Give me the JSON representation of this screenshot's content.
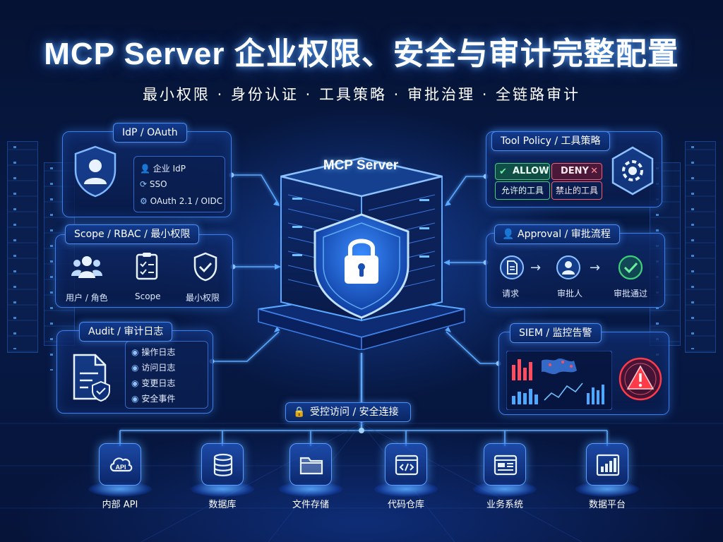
{
  "header": {
    "title": "MCP Server 企业权限、安全与审计完整配置",
    "subtitle": "最小权限 · 身份认证 · 工具策略 · 审批治理 · 全链路审计"
  },
  "server": {
    "label": "MCP Server"
  },
  "idp": {
    "title": "IdP / OAuth",
    "items": [
      "企业 IdP",
      "SSO",
      "OAuth 2.1 / OIDC"
    ]
  },
  "scope": {
    "title": "Scope / RBAC / 最小权限",
    "items": [
      "用户 / 角色",
      "Scope",
      "最小权限"
    ]
  },
  "audit": {
    "title": "Audit / 审计日志",
    "items": [
      "操作日志",
      "访问日志",
      "变更日志",
      "安全事件"
    ]
  },
  "tool_policy": {
    "title": "Tool Policy / 工具策略",
    "allow": "ALLOW",
    "deny": "DENY",
    "allow_desc": "允许的工具",
    "deny_desc": "禁止的工具"
  },
  "approval": {
    "title": "Approval / 审批流程",
    "steps": [
      "请求",
      "审批人",
      "审批通过"
    ]
  },
  "siem": {
    "title": "SIEM / 监控告警"
  },
  "connection": {
    "label": "受控访问 / 安全连接"
  },
  "resources": [
    {
      "icon": "api-cloud-icon",
      "label": "内部 API",
      "badge": "API"
    },
    {
      "icon": "database-icon",
      "label": "数据库"
    },
    {
      "icon": "folder-icon",
      "label": "文件存储"
    },
    {
      "icon": "code-window-icon",
      "label": "代码仓库"
    },
    {
      "icon": "browser-window-icon",
      "label": "业务系统"
    },
    {
      "icon": "bar-chart-icon",
      "label": "数据平台"
    }
  ],
  "colors": {
    "accent": "#3f7ee8",
    "glow": "#5aa8ff",
    "allow": "#3fd07a",
    "deny": "#ff5b6a",
    "alert": "#ff3b4a"
  }
}
